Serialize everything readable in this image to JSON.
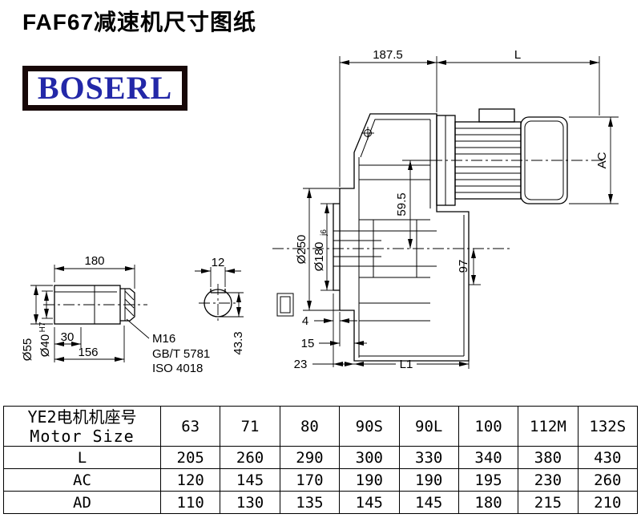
{
  "page": {
    "title": "FAF67减速机尺寸图纸",
    "logo_text": "BOSERL",
    "colors": {
      "logo_text": "#2328a8",
      "logo_border": "#170808",
      "line": "#000000"
    }
  },
  "drawing": {
    "dims": {
      "w187": "187.5",
      "L": "L",
      "AC": "AC",
      "len180": "180",
      "key12": "12",
      "dia250": "Ø250",
      "dia180": "Ø180",
      "tol_j6": "j6",
      "off59": "59.5",
      "h97": "97",
      "dia55": "Ø55",
      "dia40": "Ø40",
      "tol_h7": "H7",
      "len30": "30",
      "len156": "156",
      "m16": "M16",
      "gbt": "GB/T 5781",
      "iso": "ISO 4018",
      "key43": "43.3",
      "s4": "4",
      "s15": "15",
      "s23": "23",
      "L1": "L1"
    }
  },
  "table": {
    "header": {
      "line1": "YE2电机机座号",
      "line2": "Motor Size"
    },
    "sizes": [
      "63",
      "71",
      "80",
      "90S",
      "90L",
      "100",
      "112M",
      "132S"
    ],
    "rows": [
      {
        "label": "L",
        "values": [
          "205",
          "260",
          "290",
          "300",
          "330",
          "340",
          "380",
          "430"
        ]
      },
      {
        "label": "AC",
        "values": [
          "120",
          "145",
          "170",
          "190",
          "190",
          "195",
          "230",
          "260"
        ]
      },
      {
        "label": "AD",
        "values": [
          "110",
          "130",
          "135",
          "145",
          "145",
          "180",
          "215",
          "210"
        ]
      }
    ]
  }
}
